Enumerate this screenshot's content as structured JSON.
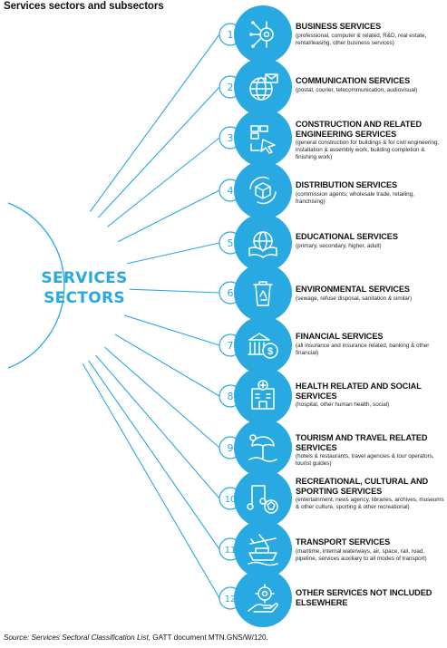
{
  "title": "Services sectors and subsectors",
  "center": {
    "line1": "SERVICES",
    "line2": "SECTORS"
  },
  "colors": {
    "accent": "#29a9e1",
    "line": "#29a9e1",
    "text": "#111111"
  },
  "items": [
    {
      "number": "1",
      "icon": "circuit-gear-icon",
      "title": "BUSINESS SERVICES",
      "desc": "(professional, computer & related, R&D, real estate, rental/leasing, other business services)"
    },
    {
      "number": "2",
      "icon": "globe-mail-icon",
      "title": "COMMUNICATION SERVICES",
      "desc": "(postal, courier, telecommunication, audiovisual)"
    },
    {
      "number": "3",
      "icon": "construction-icon",
      "title": "CONSTRUCTION AND RELATED ENGINEERING SERVICES",
      "desc": "(general construction for buildings & for civil engineering, installation & assembly work, building completion & finishing work)"
    },
    {
      "number": "4",
      "icon": "box-cycle-icon",
      "title": "DISTRIBUTION SERVICES",
      "desc": "(commission agents, wholesale trade, retailing, franchising)"
    },
    {
      "number": "5",
      "icon": "book-globe-icon",
      "title": "EDUCATIONAL SERVICES",
      "desc": "(primary, secondary, higher, adult)"
    },
    {
      "number": "6",
      "icon": "recycle-bin-icon",
      "title": "ENVIRONMENTAL SERVICES",
      "desc": "(sewage, refuse disposal, sanitation & similar)"
    },
    {
      "number": "7",
      "icon": "bank-dollar-icon",
      "title": "FINANCIAL SERVICES",
      "desc": "(all insurance and insurance related, banking & other financial)"
    },
    {
      "number": "8",
      "icon": "hospital-icon",
      "title": "HEALTH RELATED AND SOCIAL SERVICES",
      "desc": "(hospital, other human health, social)"
    },
    {
      "number": "9",
      "icon": "beach-umbrella-icon",
      "title": "TOURISM AND TRAVEL RELATED SERVICES",
      "desc": "(hotels & restaurants, travel agencies & tour operators, tourist guides)"
    },
    {
      "number": "10",
      "icon": "music-sport-icon",
      "title": "RECREATIONAL, CULTURAL AND SPORTING SERVICES",
      "desc": "(entertainment, news agency, libraries, archives, museums & other culture, sporting & other recreational)"
    },
    {
      "number": "11",
      "icon": "plane-ship-icon",
      "title": "TRANSPORT SERVICES",
      "desc": "(maritime, internal waterways, air, space, rail, road, pipeline, services auxiliary to all modes of transport)"
    },
    {
      "number": "12",
      "icon": "hand-gear-icon",
      "title": "OTHER SERVICES NOT INCLUDED ELSEWHERE",
      "desc": ""
    }
  ],
  "source": {
    "label": "Source:",
    "title": "Services Sectoral Classification List,",
    "rest": "GATT document MTN.GNS/W/120."
  }
}
